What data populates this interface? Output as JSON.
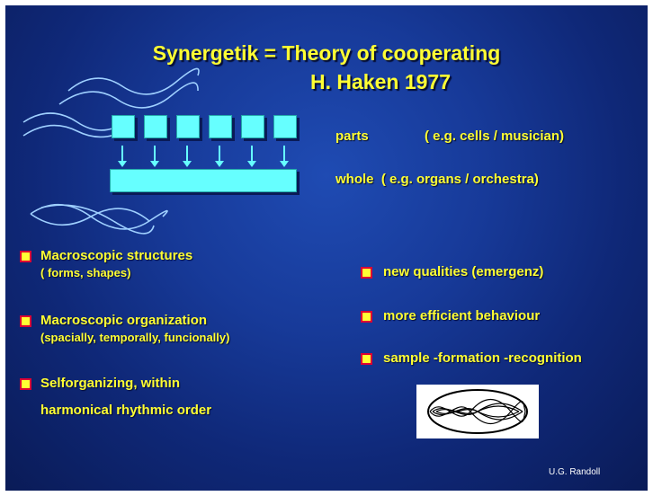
{
  "title": {
    "line1": "Synergetik = Theory of cooperating",
    "line2": "H. Haken 1977"
  },
  "diagram": {
    "parts_label": "parts",
    "parts_example": "( e.g. cells / musician)",
    "whole_label": "whole  ( e.g. organs / orchestra)",
    "part_count": 6,
    "box_color": "#66ffff"
  },
  "left_bullets": [
    {
      "main": "Macroscopic structures",
      "sub": "( forms, shapes)"
    },
    {
      "main": "Macroscopic organization",
      "sub": "(spacially, temporally, funcionally)"
    },
    {
      "main": "Selforganizing, within",
      "sub": "harmonical rhythmic order"
    }
  ],
  "right_bullets": [
    "new qualities (emergenz)",
    "more efficient behaviour",
    "sample -formation -recognition"
  ],
  "footer": "U.G. Randoll",
  "colors": {
    "text": "#ffff33",
    "background": "#173a99",
    "bullet_fill": "#ffff33",
    "bullet_border": "#dd0033"
  },
  "icons": {
    "waves": "wave-lines",
    "emblem": "interference-pattern-image"
  }
}
